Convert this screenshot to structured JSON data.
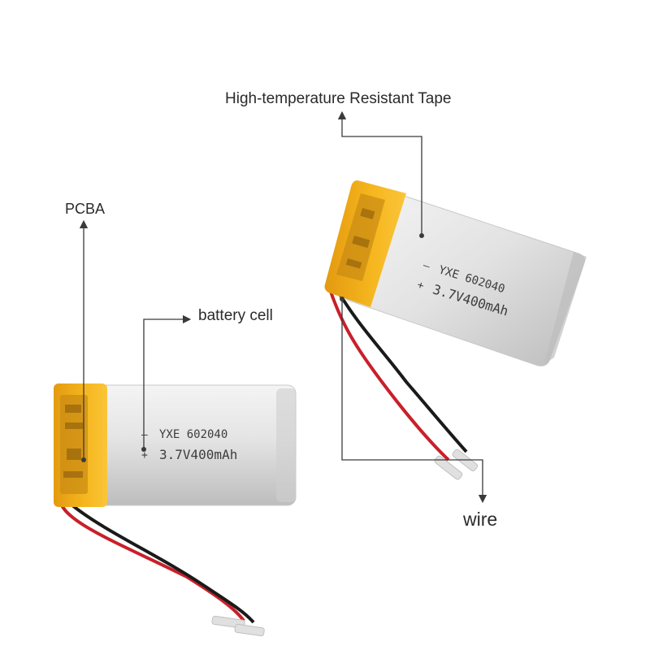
{
  "labels": {
    "tape": "High-temperature Resistant Tape",
    "pcba": "PCBA",
    "cell": "battery cell",
    "wire": "wire"
  },
  "battery_left": {
    "model": "YXE 602040",
    "spec": "3.7V400mAh",
    "minus": "–",
    "plus": "+"
  },
  "battery_right": {
    "model": "YXE 602040",
    "spec": "3.7V400mAh",
    "minus": "–",
    "plus": "+"
  },
  "colors": {
    "tape": "#f2b21c",
    "cell": "#d9d9d9",
    "wire_red": "#c8202a",
    "wire_black": "#1a1a1a"
  }
}
